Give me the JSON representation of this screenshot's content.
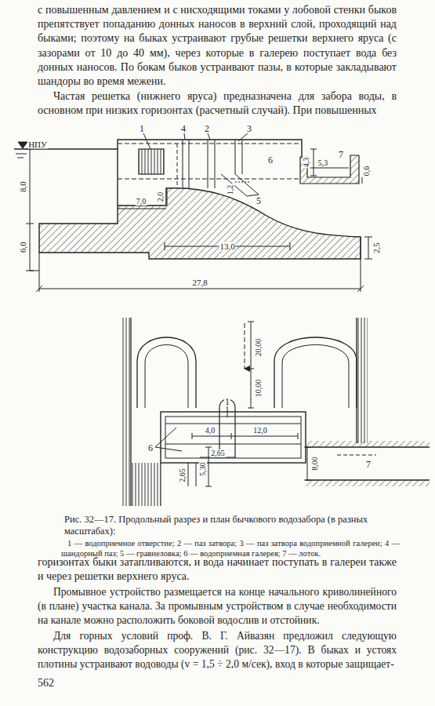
{
  "diagram": {
    "caption": "Рис. 32—17. Продольный разрез и план бычкового водозабора (в разных масштабах):",
    "labels": [
      "с повышенным давлением и с нисходящими токами у лобовой стенки быков препятствует попаданию донных наносов в верхний слой, проходящий над быками; поэтому на быках устраивают грубые решетки верхнего яруса (с зазорами от 10 до 40 мм), через которые в галерею поступает вода без донных наносов. По бокам быков устраивают пазы, в которые закладывают шандоры во время межени.",
      "Частая решетка (нижнего яруса) предназначена для забора воды, в основном при низких горизонтах (расчетный случай). При повышенных",
      "НПУ",
      "1",
      "4",
      "2",
      "3",
      "6",
      "4,3",
      "5,3",
      "7",
      "0,6",
      "5",
      "1,2",
      "2,0",
      "7,0",
      "8,0",
      "6,0",
      "13,0",
      "2,5",
      "27,8",
      "20,00",
      "10,00",
      "1",
      "4,0",
      "12,0",
      "6",
      "2,65",
      "2,65",
      "5,30",
      "8,00",
      "7",
      "1 — водоприемное отверстие; 2 — паз затвора; 3 — паз затвора водоприемной галереи; 4 — шандорный паз; 5 — гравиеловка; 6 — водоприемная галерея; 7 — лоток.",
      "горизонтах быки затапливаются, и вода начинает поступать в галереи также и через решетки верхнего яруса.",
      "Промывное устройство размещается на конце начального криволинейного (в плане) участка канала. За промывным устройством в случае необходимости на канале можно расположить боковой водослив и отстойник.",
      "Для горных условий проф. В. Г. Айвазян предложил следующую конструкцию водозаборных сооружений (рис. 32—17). В быках и устоях плотины устраивают водоводы (v = 1,5 ÷ 2,0 м/сек), вход в которые защищает-",
      "562"
    ]
  }
}
